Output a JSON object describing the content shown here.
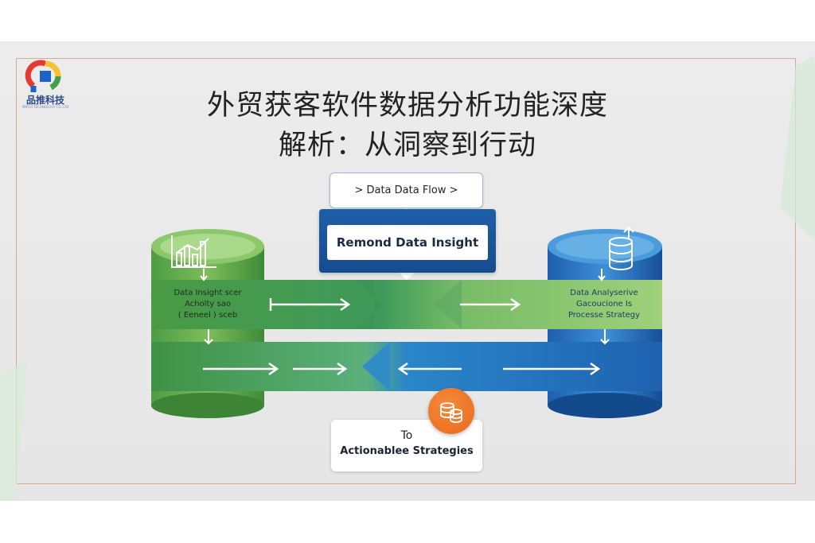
{
  "logo": {
    "text": "品推科技",
    "subtext": "PINTUI TECHNOLOGY CO.,LTD"
  },
  "title": {
    "line1": "外贸获客软件数据分析功能深度",
    "line2": "解析：从洞察到行动"
  },
  "flow": {
    "data_flow_label": "> Data Data Flow >",
    "insight_label": "Remond Data Insight"
  },
  "left_band": {
    "lines": [
      "Data Insight scer",
      "Acholty sao",
      "( Eeneel ) sceb"
    ]
  },
  "right_band": {
    "lines": [
      "Data Analyserive",
      "Gacoucione Is",
      "Processe Strategy"
    ]
  },
  "strategy": {
    "to_label": "To",
    "label": "Actionablee Strategies"
  },
  "colors": {
    "green_dark": "#3f8e3c",
    "green_light": "#8ec56a",
    "blue_dark": "#155aa6",
    "blue_light": "#56a9de",
    "orange": "#ec7424"
  }
}
